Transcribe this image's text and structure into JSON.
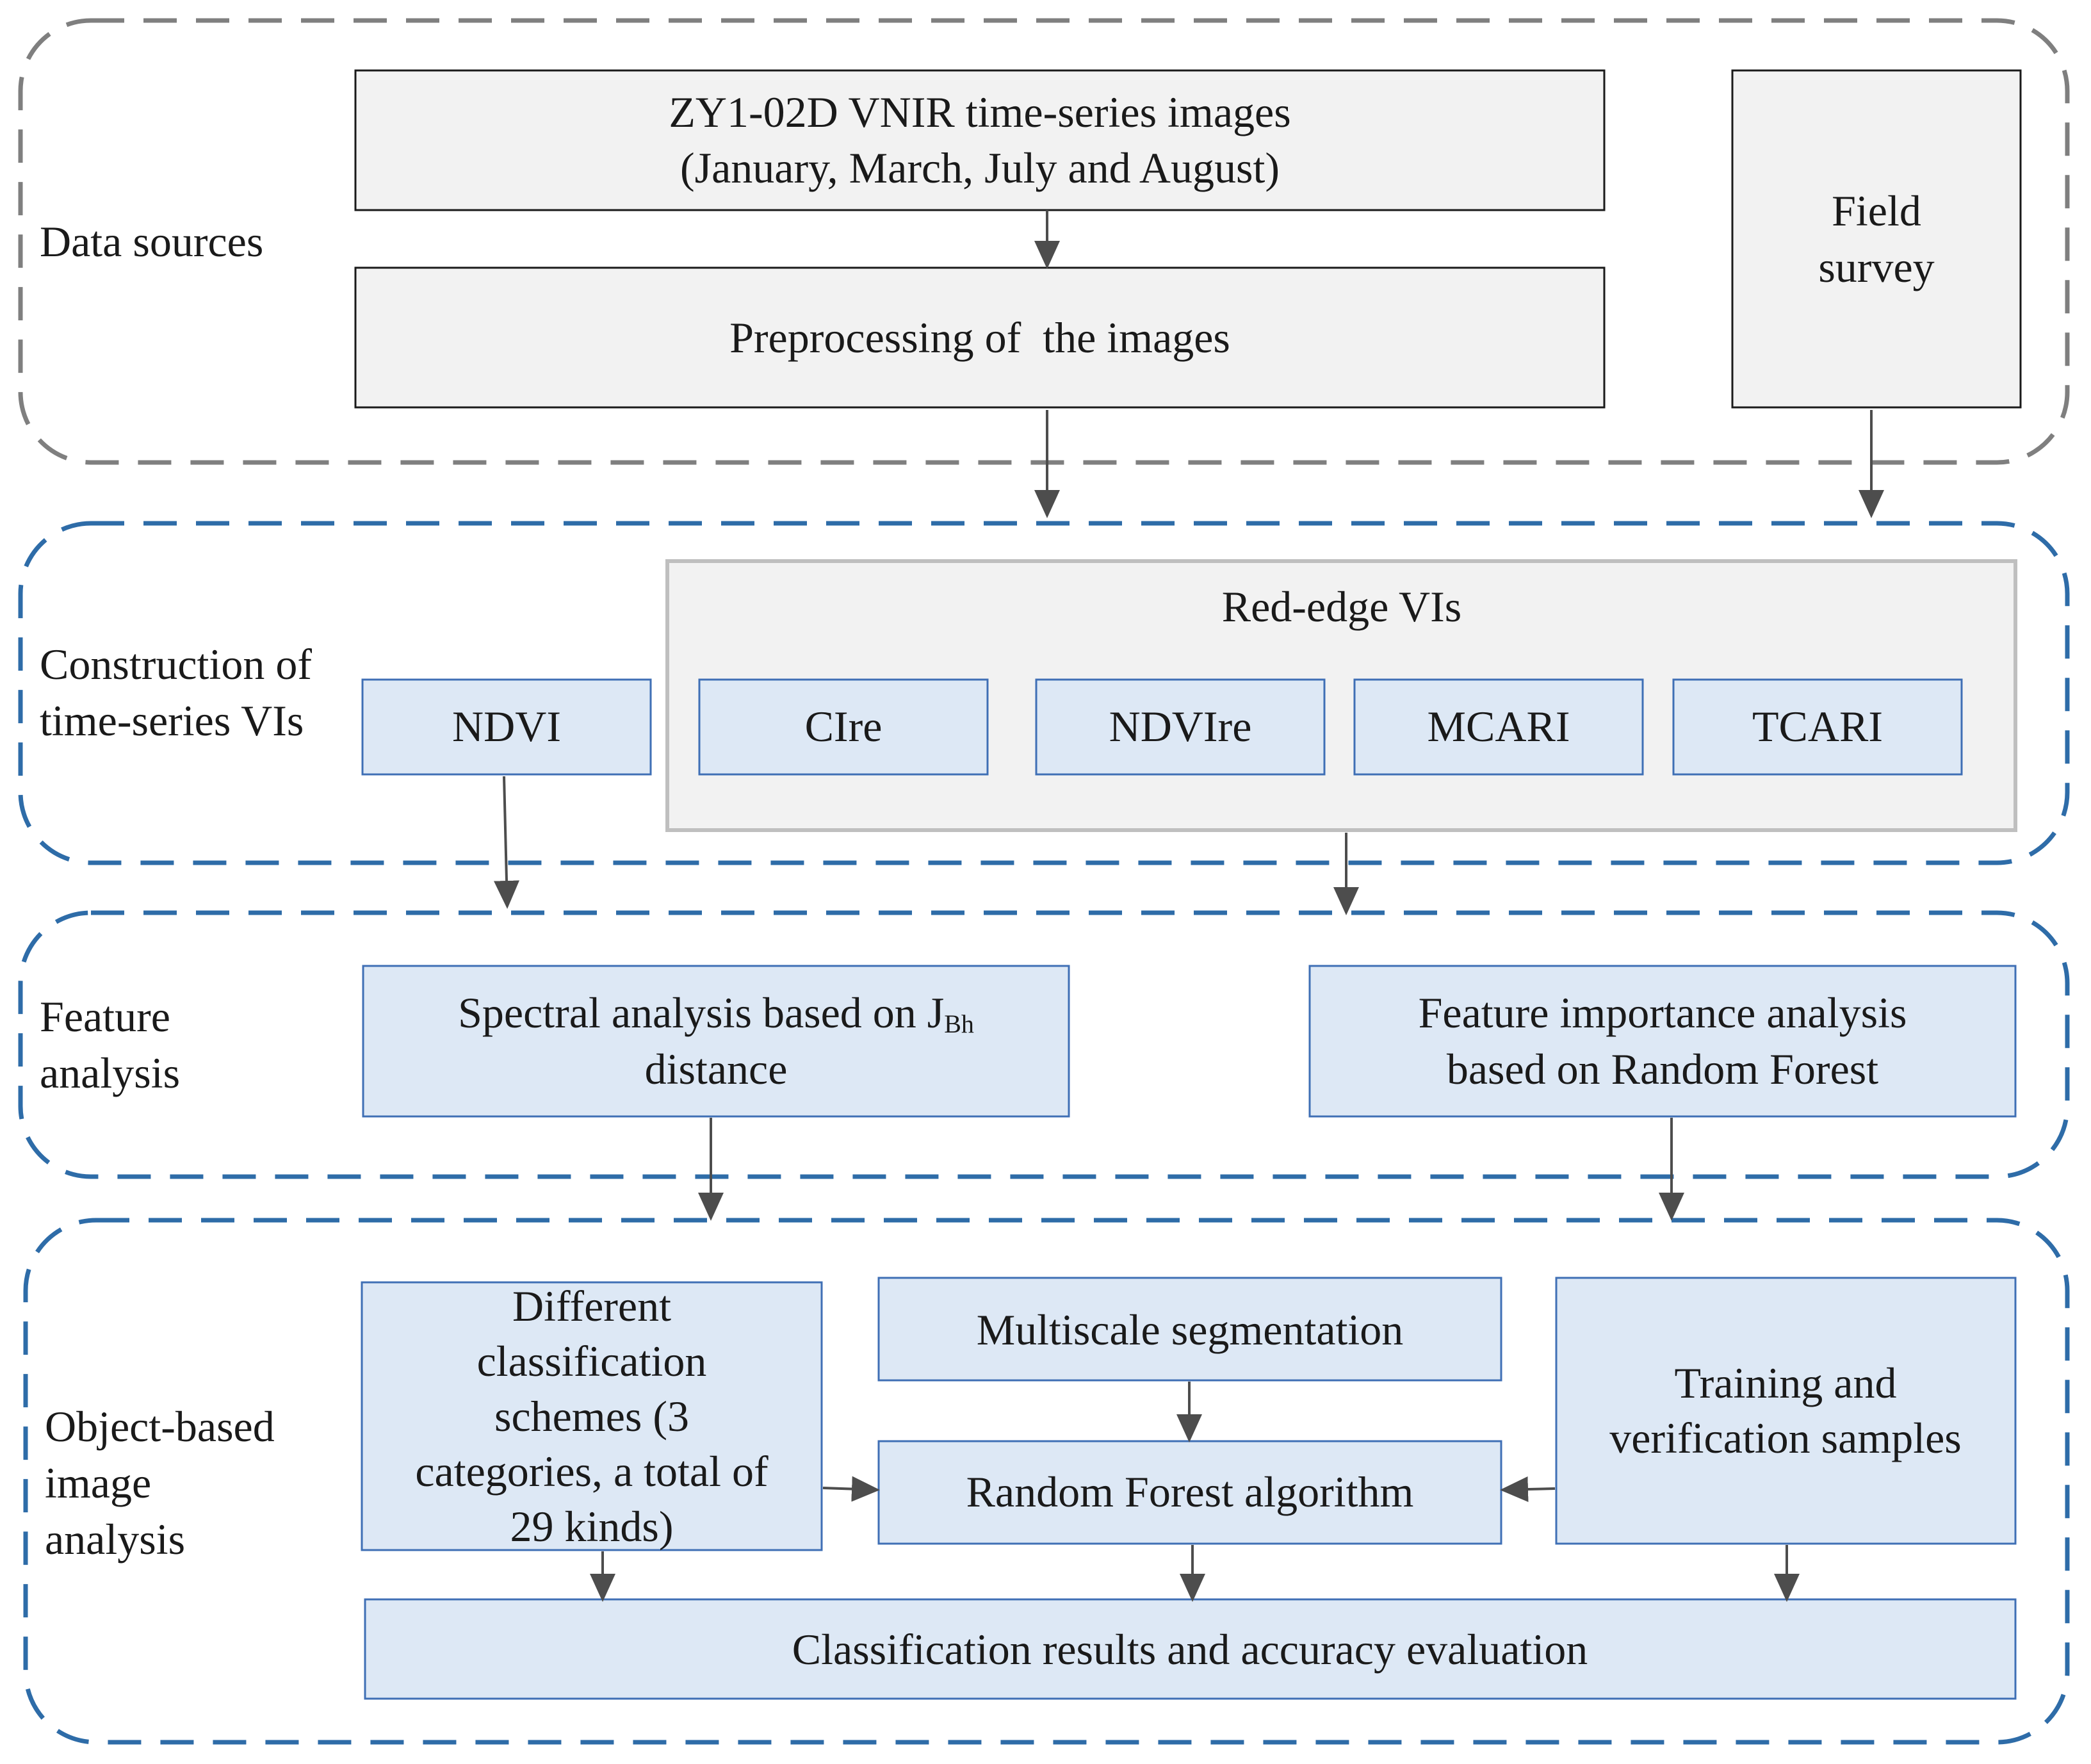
{
  "sections": {
    "data_sources": "Data sources",
    "construction_line1": "Construction of",
    "construction_line2": "time-series VIs",
    "feature_line1": "Feature",
    "feature_line2": "analysis",
    "object_line1": "Object-based",
    "object_line2": "image",
    "object_line3": "analysis"
  },
  "boxes": {
    "zy_line1": "ZY1-02D VNIR time-series images",
    "zy_line2": "(January, March, July and August)",
    "preprocessing": "Preprocessing of  the images",
    "field_line1": "Field",
    "field_line2": "survey",
    "red_edge_title": "Red-edge VIs",
    "ndvi": "NDVI",
    "cire": "CIre",
    "ndvire": "NDVIre",
    "mcari": "MCARI",
    "tcari": "TCARI",
    "spectral_line1": "Spectral analysis based on J",
    "spectral_sub": "Bh",
    "spectral_line2": "distance",
    "importance_line1": "Feature importance analysis",
    "importance_line2": "based on Random Forest",
    "schemes_line1": "Different",
    "schemes_line2": "classification",
    "schemes_line3": "schemes (3",
    "schemes_line4": "categories, a total of",
    "schemes_line5": "29 kinds)",
    "multiscale": "Multiscale segmentation",
    "training_line1": "Training and",
    "training_line2": "verification samples",
    "random_forest": "Random Forest algorithm",
    "results": "Classification results and accuracy evaluation"
  }
}
